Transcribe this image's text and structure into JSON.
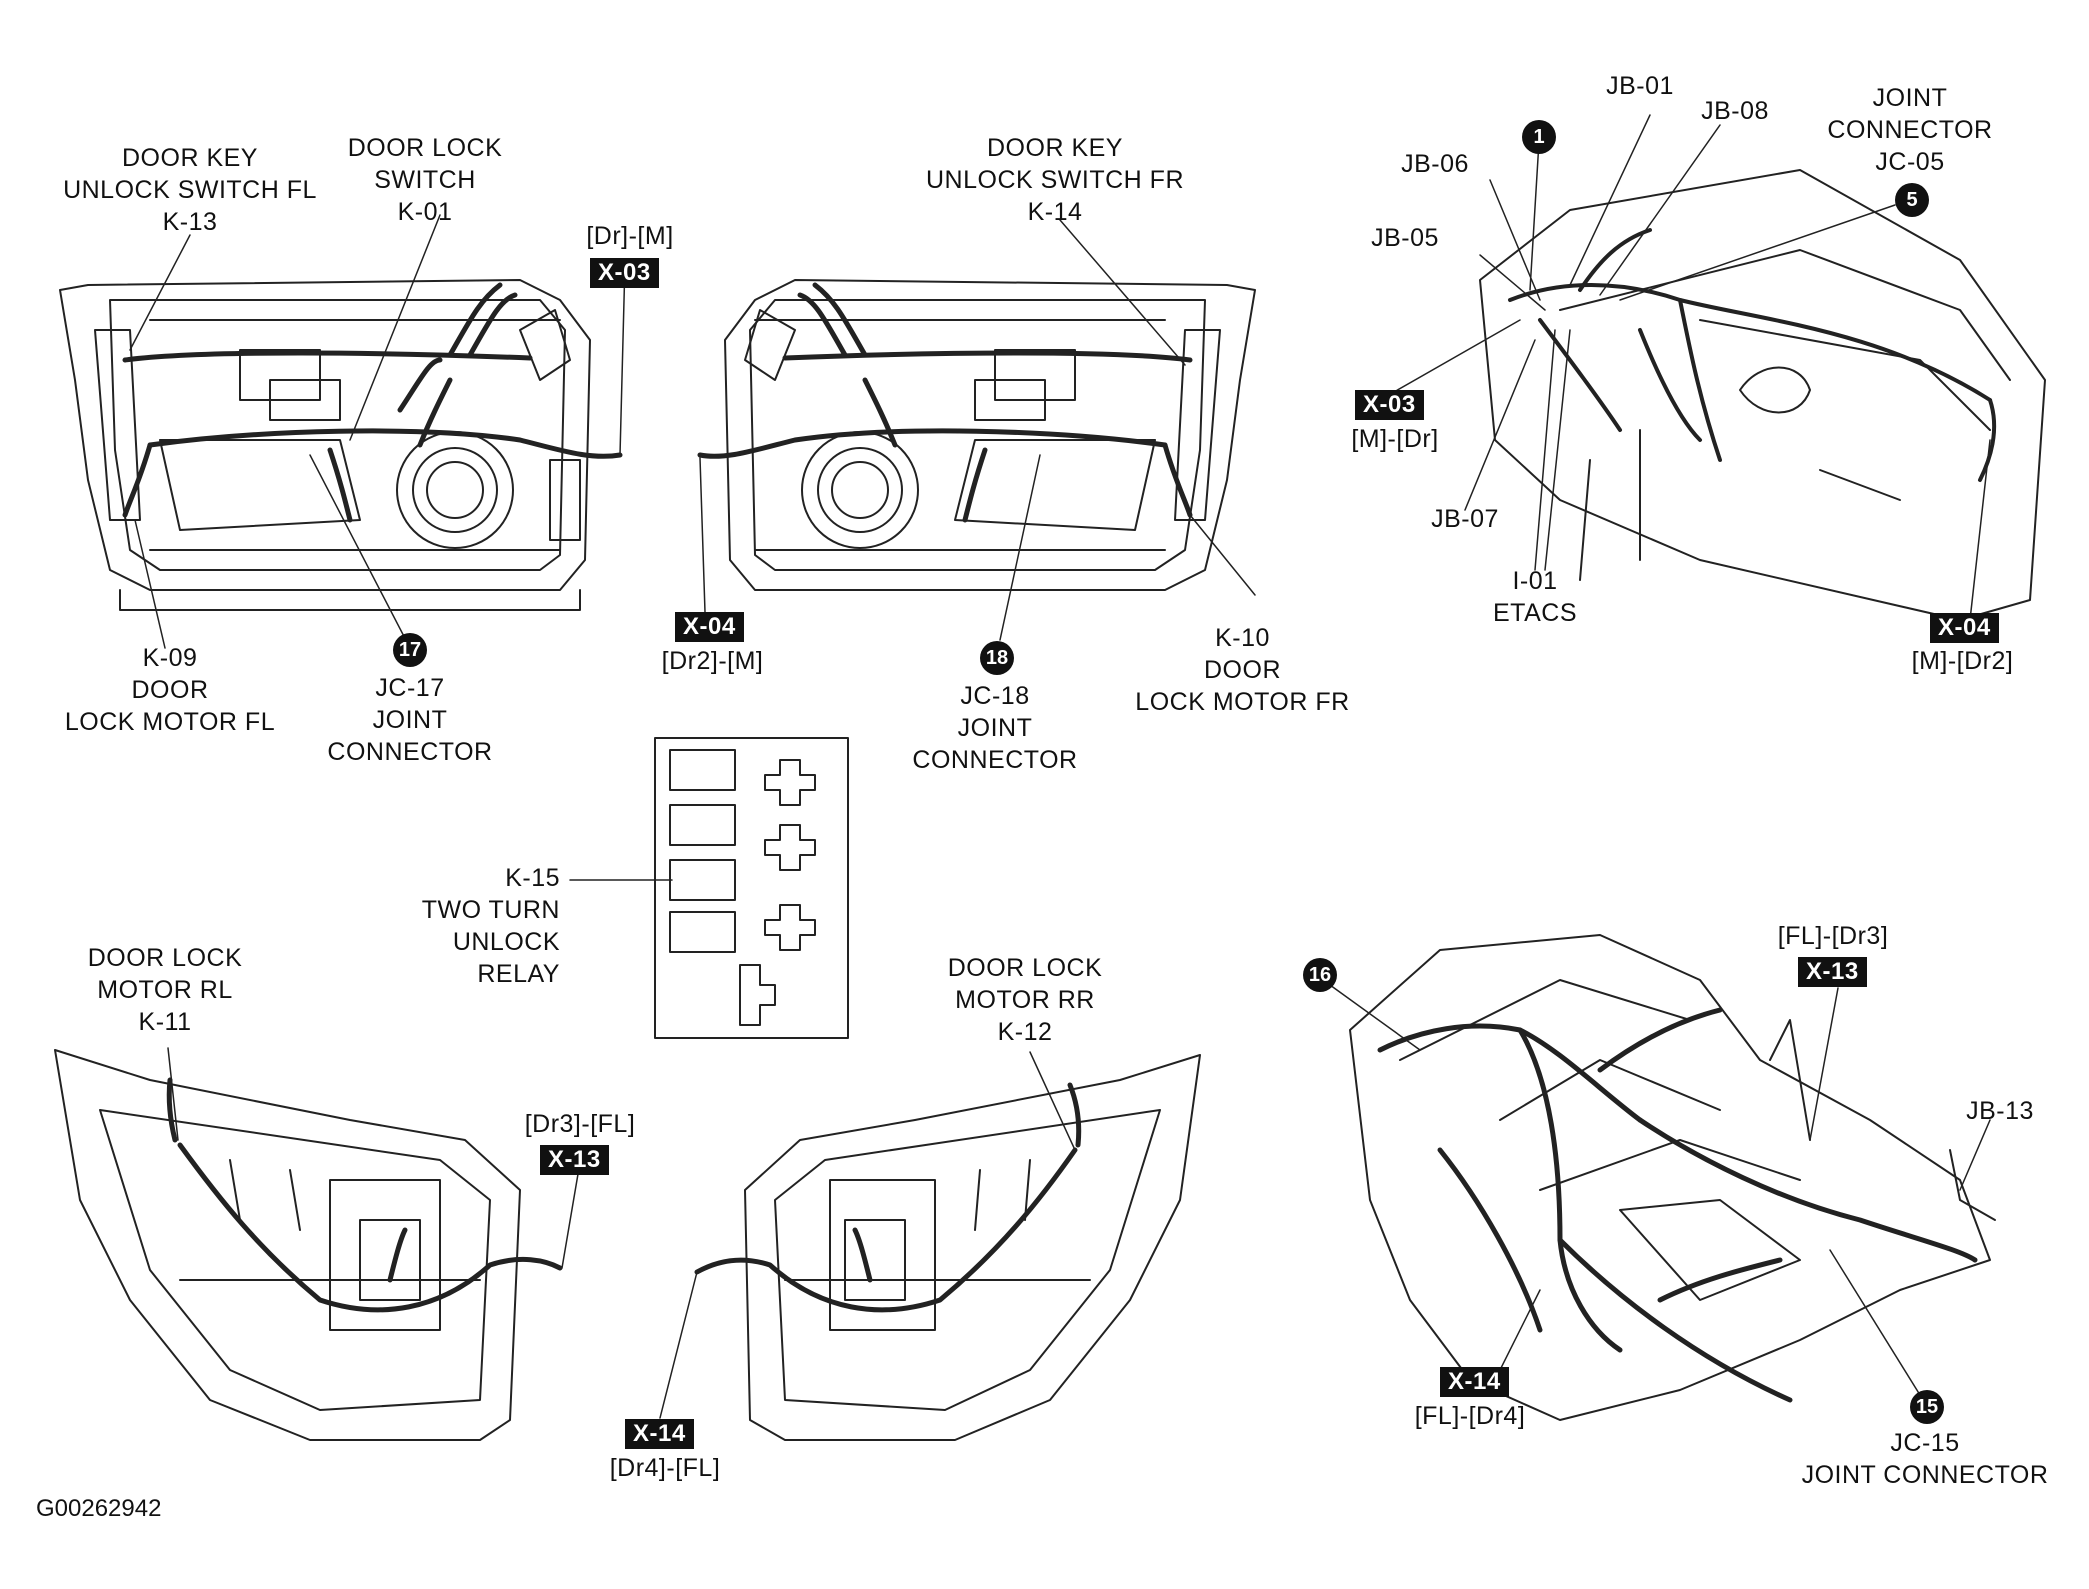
{
  "diagram": {
    "labels": {
      "door_key_unlock_fl": [
        "DOOR KEY",
        "UNLOCK SWITCH FL",
        "K-13"
      ],
      "door_lock_switch": [
        "DOOR LOCK",
        "SWITCH",
        "K-01"
      ],
      "x03_top_conn": "[Dr]-[M]",
      "door_key_unlock_fr": [
        "DOOR KEY",
        "UNLOCK SWITCH FR",
        "K-14"
      ],
      "jb01": "JB-01",
      "jb08": "JB-08",
      "joint_connector_jc05": [
        "JOINT",
        "CONNECTOR",
        "JC-05"
      ],
      "jb06": "JB-06",
      "jb05": "JB-05",
      "x03_dash_conn": "[M]-[Dr]",
      "jb07": "JB-07",
      "i01": [
        "I-01",
        "ETACS"
      ],
      "x04_dash_conn": "[M]-[Dr2]",
      "k09": [
        "K-09",
        "DOOR",
        "LOCK MOTOR FL"
      ],
      "jc17": [
        "JC-17",
        "JOINT",
        "CONNECTOR"
      ],
      "x04_mid_conn": "[Dr2]-[M]",
      "jc18": [
        "JC-18",
        "JOINT",
        "CONNECTOR"
      ],
      "k10": [
        "K-10",
        "DOOR",
        "LOCK MOTOR FR"
      ],
      "k15": [
        "K-15",
        "TWO TURN",
        "UNLOCK",
        "RELAY"
      ],
      "k11": [
        "DOOR LOCK",
        "MOTOR RL",
        "K-11"
      ],
      "k12": [
        "DOOR LOCK",
        "MOTOR RR",
        "K-12"
      ],
      "x13_rear_conn": "[Dr3]-[FL]",
      "x13_floor_conn": "[FL]-[Dr3]",
      "jb13": "JB-13",
      "x14_rear_conn": "[Dr4]-[FL]",
      "x14_floor_conn": "[FL]-[Dr4]",
      "jc15": [
        "JC-15",
        "JOINT CONNECTOR"
      ],
      "figure_code": "G00262942"
    },
    "tags": {
      "x03": "X-03",
      "x04": "X-04",
      "x13": "X-13",
      "x14": "X-14"
    },
    "callouts": {
      "c1": "1",
      "c5": "5",
      "c15": "15",
      "c16": "16",
      "c17": "17",
      "c18": "18"
    }
  }
}
